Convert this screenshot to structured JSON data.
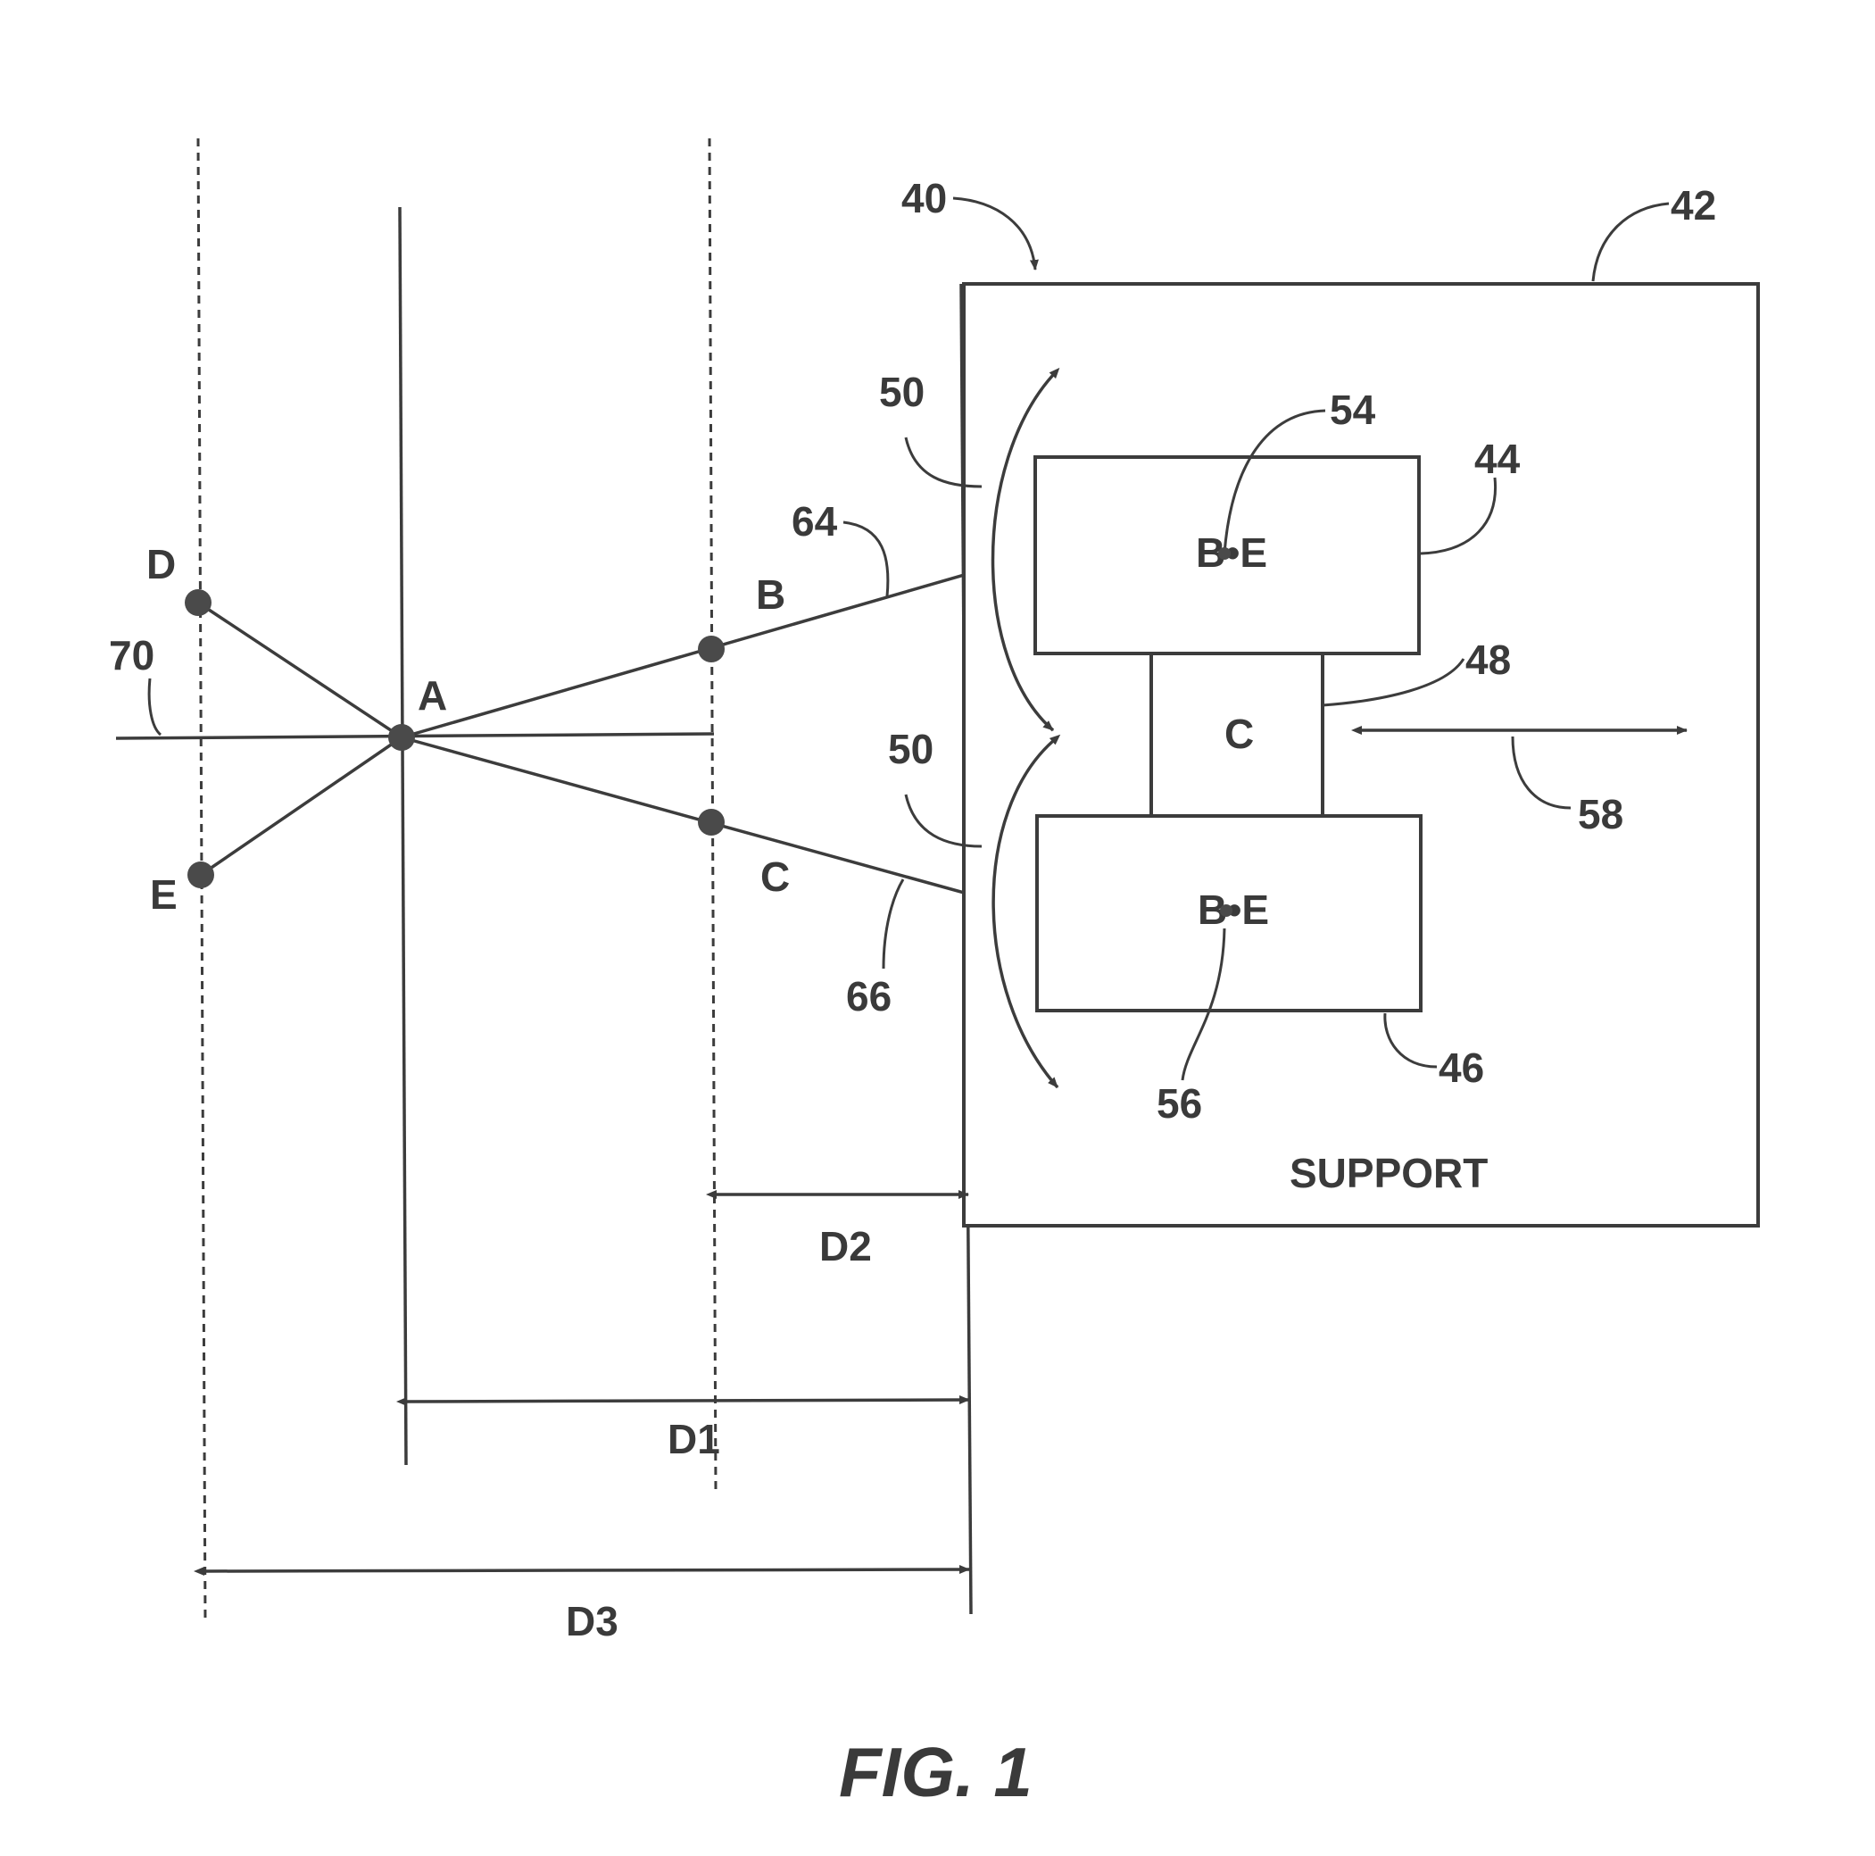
{
  "labels": {
    "point_a": "A",
    "point_b": "B",
    "point_c": "C",
    "point_d": "D",
    "point_e": "E",
    "box_c": "C",
    "box_top_be": "B•E",
    "box_bottom_be": "B•E",
    "support": "SUPPORT"
  },
  "refs": {
    "r40": "40",
    "r42": "42",
    "r44": "44",
    "r46": "46",
    "r48": "48",
    "r50_top": "50",
    "r50_bottom": "50",
    "r54": "54",
    "r56": "56",
    "r58": "58",
    "r64": "64",
    "r66": "66",
    "r70": "70"
  },
  "dimensions": {
    "d1": "D1",
    "d2": "D2",
    "d3": "D3"
  },
  "caption": "FIG. 1"
}
